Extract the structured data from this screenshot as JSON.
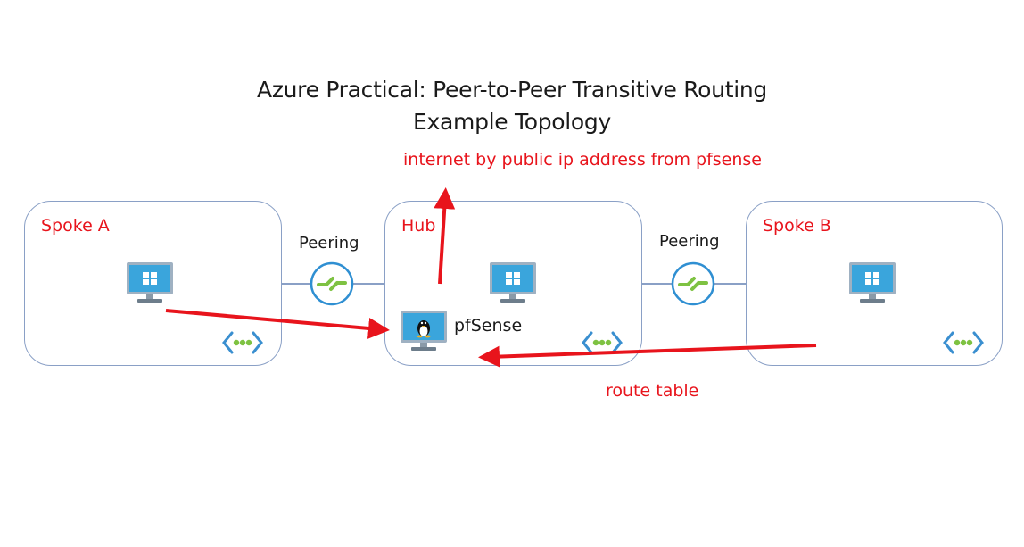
{
  "title": {
    "line1": "Azure Practical: Peer-to-Peer Transitive Routing",
    "line2": "Example Topology"
  },
  "annotations": {
    "internet": "internet by public ip address from pfsense",
    "route_table": "route table"
  },
  "vnets": {
    "spoke_a": {
      "label": "Spoke A"
    },
    "hub": {
      "label": "Hub",
      "pfsense_label": "pfSense"
    },
    "spoke_b": {
      "label": "Spoke B"
    }
  },
  "peerings": {
    "left": {
      "label": "Peering"
    },
    "right": {
      "label": "Peering"
    }
  },
  "colors": {
    "annotation_red": "#e8141c",
    "vnet_border": "#8aa0c6",
    "monitor_blue": "#2f9fd6",
    "peering_green": "#7ec242",
    "vnet_icon_green": "#7ec242",
    "vnet_icon_blue": "#3a8fd0"
  },
  "icons": {
    "vm": "windows-vm-icon",
    "linux_vm": "linux-vm-icon",
    "peering": "peering-icon",
    "vnet": "virtual-network-icon"
  }
}
